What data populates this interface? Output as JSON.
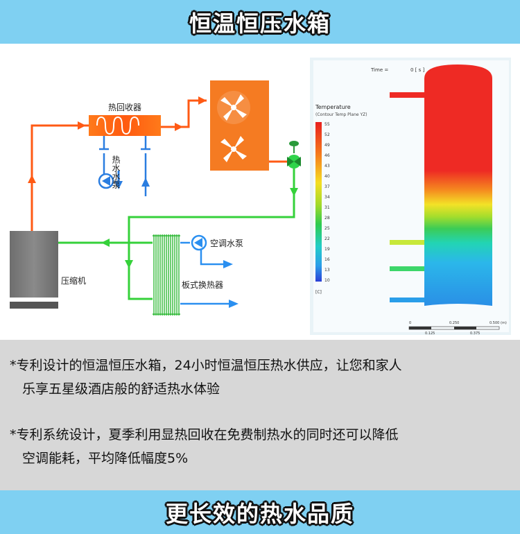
{
  "header": {
    "title": "恒温恒压水箱"
  },
  "diagram": {
    "labels": {
      "heat_recovery": "热回收器",
      "hot_water_pump": "热水水泵",
      "ac_water_pump": "空调水泵",
      "compressor": "压缩机",
      "plate_exchanger": "板式换热器"
    },
    "simulation": {
      "time_label": "Time =",
      "time_value": "0 [ s ]",
      "legend_title": "Temperature",
      "legend_subtitle": "(Contour Temp Plane YZ)",
      "legend_unit": "[C]",
      "legend_ticks": [
        "55",
        "52",
        "49",
        "46",
        "43",
        "40",
        "37",
        "34",
        "31",
        "28",
        "25",
        "22",
        "19",
        "16",
        "13",
        "10"
      ],
      "scale_top": [
        "0",
        "0.250",
        "0.500"
      ],
      "scale_top_unit": "(m)",
      "scale_bottom": [
        "0.125",
        "0.375"
      ]
    }
  },
  "body": {
    "para1_line1": "*专利设计的恒温恒压水箱，24小时恒温恒压热水供应，让您和家人",
    "para1_line2": "乐享五星级酒店般的舒适热水体验",
    "para2_line1": "*专利系统设计，夏季利用显热回收在免费制热水的同时还可以降低",
    "para2_line2": "空调能耗，平均降低幅度5%"
  },
  "footer": {
    "title": "更长效的热水品质"
  }
}
